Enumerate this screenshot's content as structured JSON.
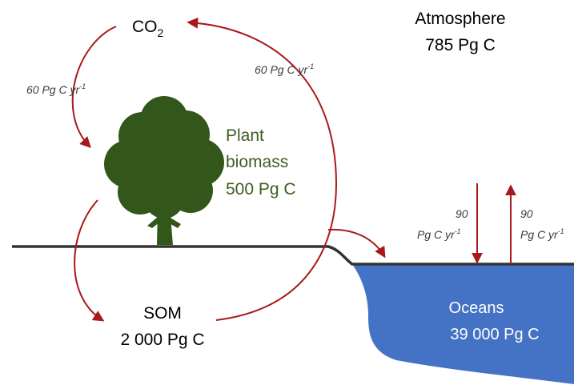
{
  "atmosphere": {
    "title": "Atmosphere",
    "stock": "785 Pg C"
  },
  "co2": {
    "base": "CO",
    "subscript": "2"
  },
  "plant": {
    "line1": "Plant",
    "line2": "biomass",
    "line3": "500 Pg C"
  },
  "som": {
    "line1": "SOM",
    "line2": "2 000 Pg C"
  },
  "oceans": {
    "line1": "Oceans",
    "line2": "39 000 Pg C"
  },
  "fluxes": {
    "photosynthesis": {
      "value": "60 Pg C yr",
      "sup": "-1"
    },
    "respiration": {
      "value": "60 Pg C yr",
      "sup": "-1"
    },
    "ocean_down": {
      "value_line1": "90",
      "value_line2": "Pg C yr",
      "sup": "-1"
    },
    "ocean_up": {
      "value_line1": "90",
      "value_line2": "Pg C yr",
      "sup": "-1"
    }
  },
  "colors": {
    "arrow": "#a8191b",
    "plant_text": "#3e5d1f",
    "tree": "#33561a",
    "ocean_fill": "#4472c4",
    "ground": "#333333"
  }
}
